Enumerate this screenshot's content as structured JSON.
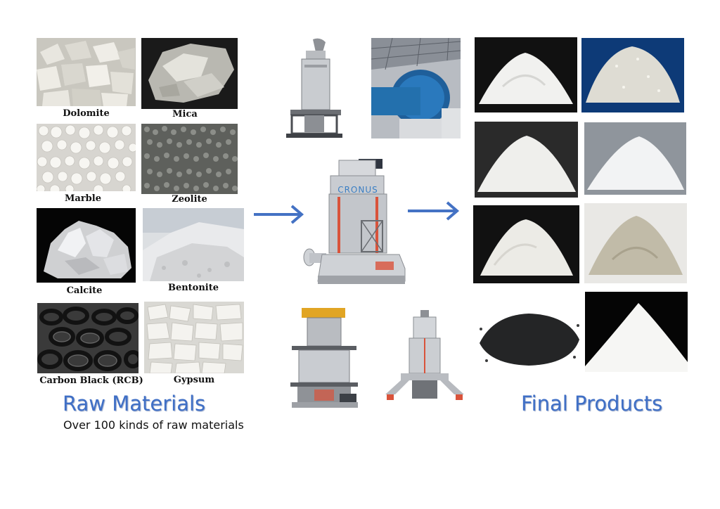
{
  "raw_materials": {
    "heading": "Raw Materials",
    "subtitle": "Over 100 kinds of raw materials",
    "items": [
      {
        "name": "Dolomite"
      },
      {
        "name": "Mica"
      },
      {
        "name": "Marble"
      },
      {
        "name": "Zeolite"
      },
      {
        "name": "Calcite"
      },
      {
        "name": "Bentonite"
      },
      {
        "name": "Carbon Black (RCB)"
      },
      {
        "name": "Gypsum"
      }
    ]
  },
  "mill": {
    "brand": "CRONUS"
  },
  "final_products": {
    "heading": "Final Products"
  },
  "colors": {
    "accent": "#3f6fc6",
    "arrow": "#4472c4",
    "mill_stripe": "#d9533b"
  }
}
